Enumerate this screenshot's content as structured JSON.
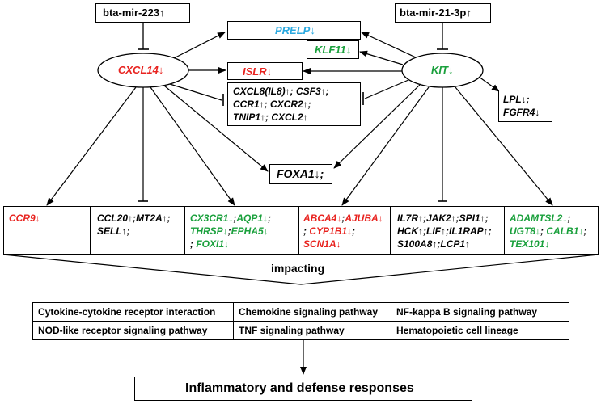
{
  "mirnas": {
    "left": "bta-mir-223↑",
    "right": "bta-mir-21-3p↑"
  },
  "hubs": {
    "left": "CXCL14↓",
    "right": "KIT↓"
  },
  "center": {
    "prelp": "PRELP↓",
    "klf11": "KLF11↓",
    "islr": "ISLR↓",
    "cytokines": [
      "CXCL8(IL8)↑; CSF3↑;",
      "CCR1↑; CXCR2↑;",
      "TNIP1↑; CXCL2↑"
    ],
    "foxa1": "FOXA1↓;",
    "lpl_fgfr4": [
      "LPL↓;",
      "FGFR4↓"
    ]
  },
  "row_left": {
    "c1": "CCR9↓",
    "c2": [
      "CCL20↑;MT2A↑;",
      "SELL↑;"
    ],
    "c3": [
      [
        {
          "t": "CX3CR1↓",
          "c": "green"
        },
        {
          "t": ";",
          "c": "black"
        },
        {
          "t": "AQP1↓",
          "c": "green"
        },
        {
          "t": ";",
          "c": "black"
        }
      ],
      [
        {
          "t": "THRSP↓",
          "c": "green"
        },
        {
          "t": ";",
          "c": "black"
        },
        {
          "t": "EPHA5↓",
          "c": "green"
        }
      ],
      [
        {
          "t": "; ",
          "c": "black"
        },
        {
          "t": "FOXI1↓",
          "c": "green"
        }
      ]
    ]
  },
  "row_right": {
    "c1": [
      [
        {
          "t": "ABCA4↓",
          "c": "red"
        },
        {
          "t": ";",
          "c": "black"
        },
        {
          "t": "AJUBA↓",
          "c": "red"
        }
      ],
      [
        {
          "t": "; ",
          "c": "black"
        },
        {
          "t": "CYP1B1↓",
          "c": "red"
        },
        {
          "t": ";",
          "c": "black"
        }
      ],
      [
        {
          "t": "SCN1A↓",
          "c": "red"
        }
      ]
    ],
    "c2": [
      "IL7R↑;JAK2↑;SPI1↑;",
      "HCK↑;LIF↑;IL1RAP↑;",
      "S100A8↑;LCP1↑"
    ],
    "c3": [
      [
        {
          "t": "ADAMTSL2↓",
          "c": "green"
        },
        {
          "t": ";",
          "c": "black"
        }
      ],
      [
        {
          "t": "UGT8↓",
          "c": "green"
        },
        {
          "t": "; ",
          "c": "black"
        },
        {
          "t": "CALB1↓",
          "c": "green"
        },
        {
          "t": ";",
          "c": "black"
        }
      ],
      [
        {
          "t": "TEX101↓",
          "c": "green"
        }
      ]
    ]
  },
  "impacting": "impacting",
  "pathways": [
    [
      "Cytokine-cytokine receptor interaction",
      "Chemokine signaling pathway",
      "NF-kappa B signaling pathway"
    ],
    [
      "NOD-like receptor signaling pathway",
      "TNF signaling pathway",
      "Hematopoietic cell lineage"
    ]
  ],
  "outcome": "Inflammatory and defense responses",
  "colors": {
    "red": "#e8231f",
    "green": "#1aa03c",
    "blue": "#2aa9e0",
    "line": "#000000"
  }
}
